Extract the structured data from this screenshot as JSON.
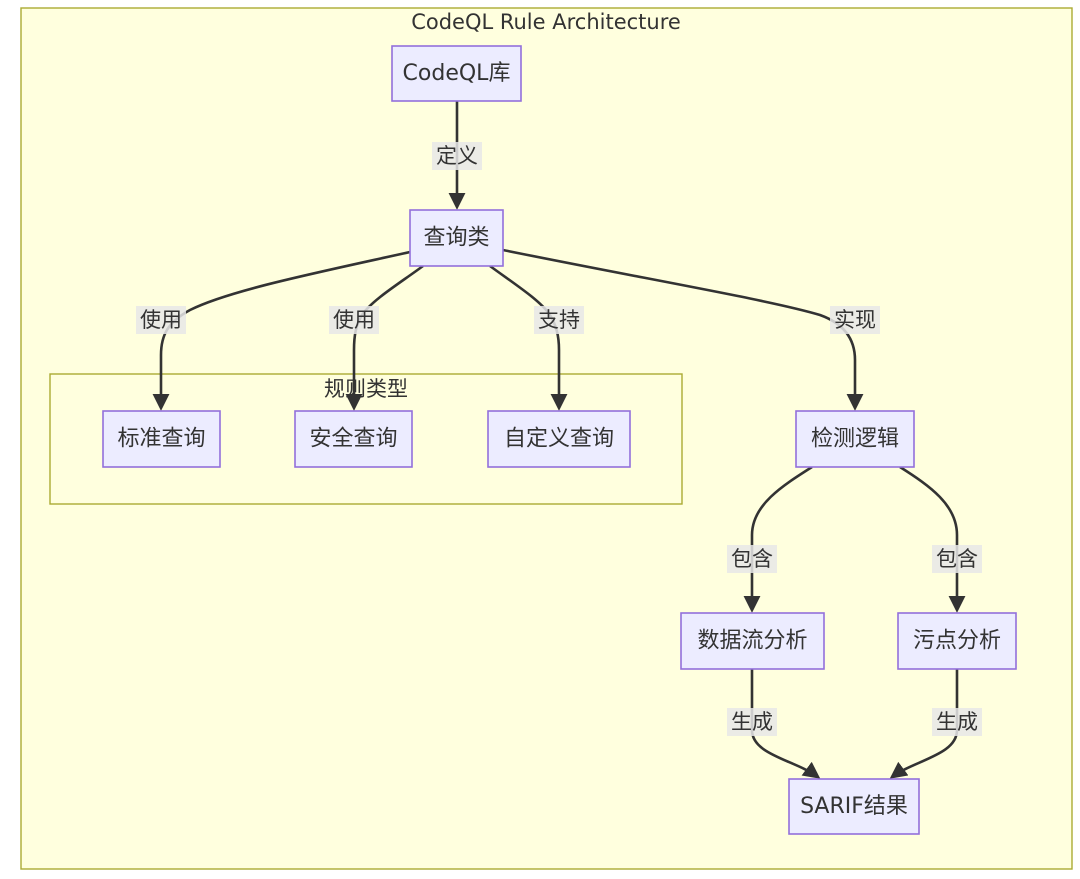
{
  "diagram": {
    "title": "CodeQL Rule Architecture",
    "subgraph": {
      "title": "规则类型"
    },
    "nodes": {
      "codeql_library": "CodeQL库",
      "query_class": "查询类",
      "standard_query": "标准查询",
      "security_query": "安全查询",
      "custom_query": "自定义查询",
      "detection_logic": "检测逻辑",
      "dataflow_analysis": "数据流分析",
      "taint_analysis": "污点分析",
      "sarif_result": "SARIF结果"
    },
    "edges": [
      {
        "label": "定义"
      },
      {
        "label": "使用"
      },
      {
        "label": "使用"
      },
      {
        "label": "支持"
      },
      {
        "label": "实现"
      },
      {
        "label": "包含"
      },
      {
        "label": "包含"
      },
      {
        "label": "生成"
      },
      {
        "label": "生成"
      }
    ]
  },
  "colors": {
    "cluster_fill": "#ffffde",
    "cluster_stroke": "#aaaa33",
    "node_fill": "#ececff",
    "node_stroke": "#9370db",
    "edge": "#333333",
    "edge_label_bg": "#e8e8e8",
    "text": "#333333"
  }
}
